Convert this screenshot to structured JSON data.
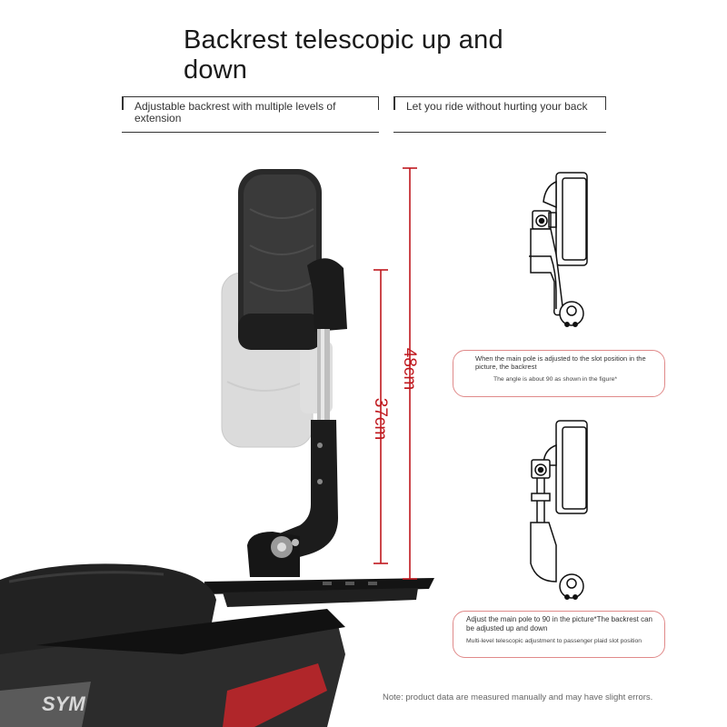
{
  "title": "Backrest telescopic up and down",
  "features": {
    "left": "Adjustable backrest with multiple levels of extension",
    "right": "Let you ride without hurting your back"
  },
  "measurements": {
    "tall": "48cm",
    "short": "37cm"
  },
  "notes": {
    "first_main": "When the main pole is adjusted to the slot position in the picture, the backrest",
    "first_sub": "The angle is about 90 as shown in the figure*",
    "second_main": "Adjust the main pole to 90 in the picture*The backrest can be adjusted up and down",
    "second_sub": "Multi-level telescopic adjustment to passenger plaid slot position"
  },
  "brand_text": "SYM",
  "footnote": "Note: product data are measured manually and may have slight errors.",
  "colors": {
    "measure_red": "#c0181e",
    "note_border": "#e08a8a"
  }
}
